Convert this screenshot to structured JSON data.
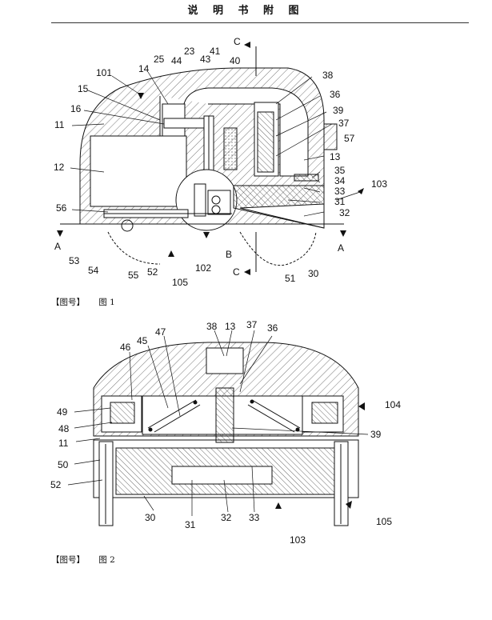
{
  "header": {
    "title": "说 明 书 附 图"
  },
  "figure1": {
    "caption_tag": "【图号】",
    "caption_label": "图 1",
    "labels": {
      "c_top": "C",
      "a_left": "A",
      "a_right": "A",
      "b": "B",
      "c_bottom": "C",
      "n101": "101",
      "n14": "14",
      "n25": "25",
      "n23": "23",
      "n43": "43",
      "n41": "41",
      "n44": "44",
      "n40": "40",
      "n38": "38",
      "n15": "15",
      "n36": "36",
      "n16": "16",
      "n39": "39",
      "n11": "11",
      "n37": "37",
      "n57": "57",
      "n13": "13",
      "n12": "12",
      "n35": "35",
      "n34": "34",
      "n103": "103",
      "n33": "33",
      "n31": "31",
      "n56": "56",
      "n32": "32",
      "n53": "53",
      "n54": "54",
      "n55": "55",
      "n52": "52",
      "n102": "102",
      "n105": "105",
      "n51": "51",
      "n30": "30"
    }
  },
  "figure2": {
    "caption_tag": "【图号】",
    "caption_label": "图 2",
    "labels": {
      "n38": "38",
      "n13": "13",
      "n37": "37",
      "n36": "36",
      "n46": "46",
      "n45": "45",
      "n47": "47",
      "n49": "49",
      "n104": "104",
      "n48": "48",
      "n39": "39",
      "n11": "11",
      "n50": "50",
      "n52": "52",
      "n30": "30",
      "n31": "31",
      "n32": "32",
      "n33": "33",
      "n103": "103",
      "n105": "105"
    }
  }
}
